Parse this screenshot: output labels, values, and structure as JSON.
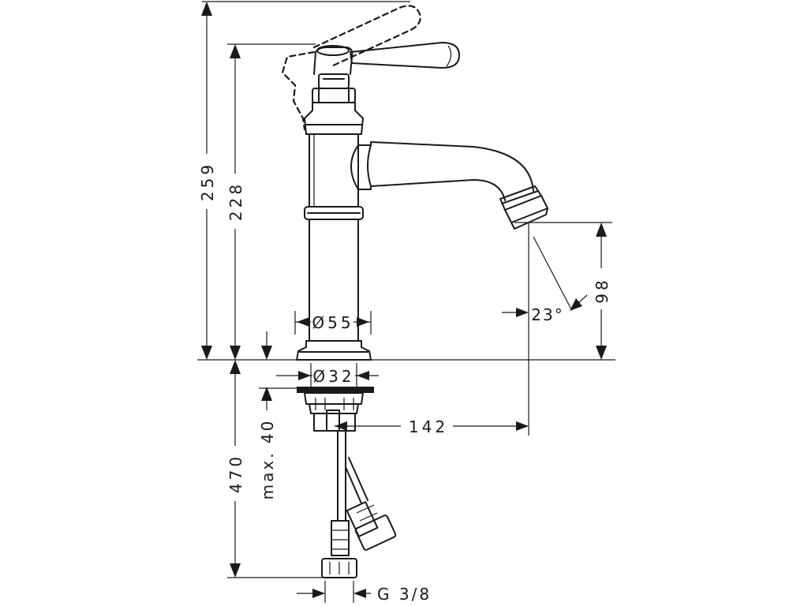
{
  "drawing": {
    "dimensions": {
      "overall_height": "259",
      "spout_height": "228",
      "body_diameter": "Ø55",
      "shank_diameter": "Ø32",
      "aerator_clearance": "98",
      "spray_angle": "23°",
      "projection": "142",
      "hose_length": "470",
      "max_deck_thickness": "max. 40",
      "connection_thread": "G 3/8"
    }
  }
}
